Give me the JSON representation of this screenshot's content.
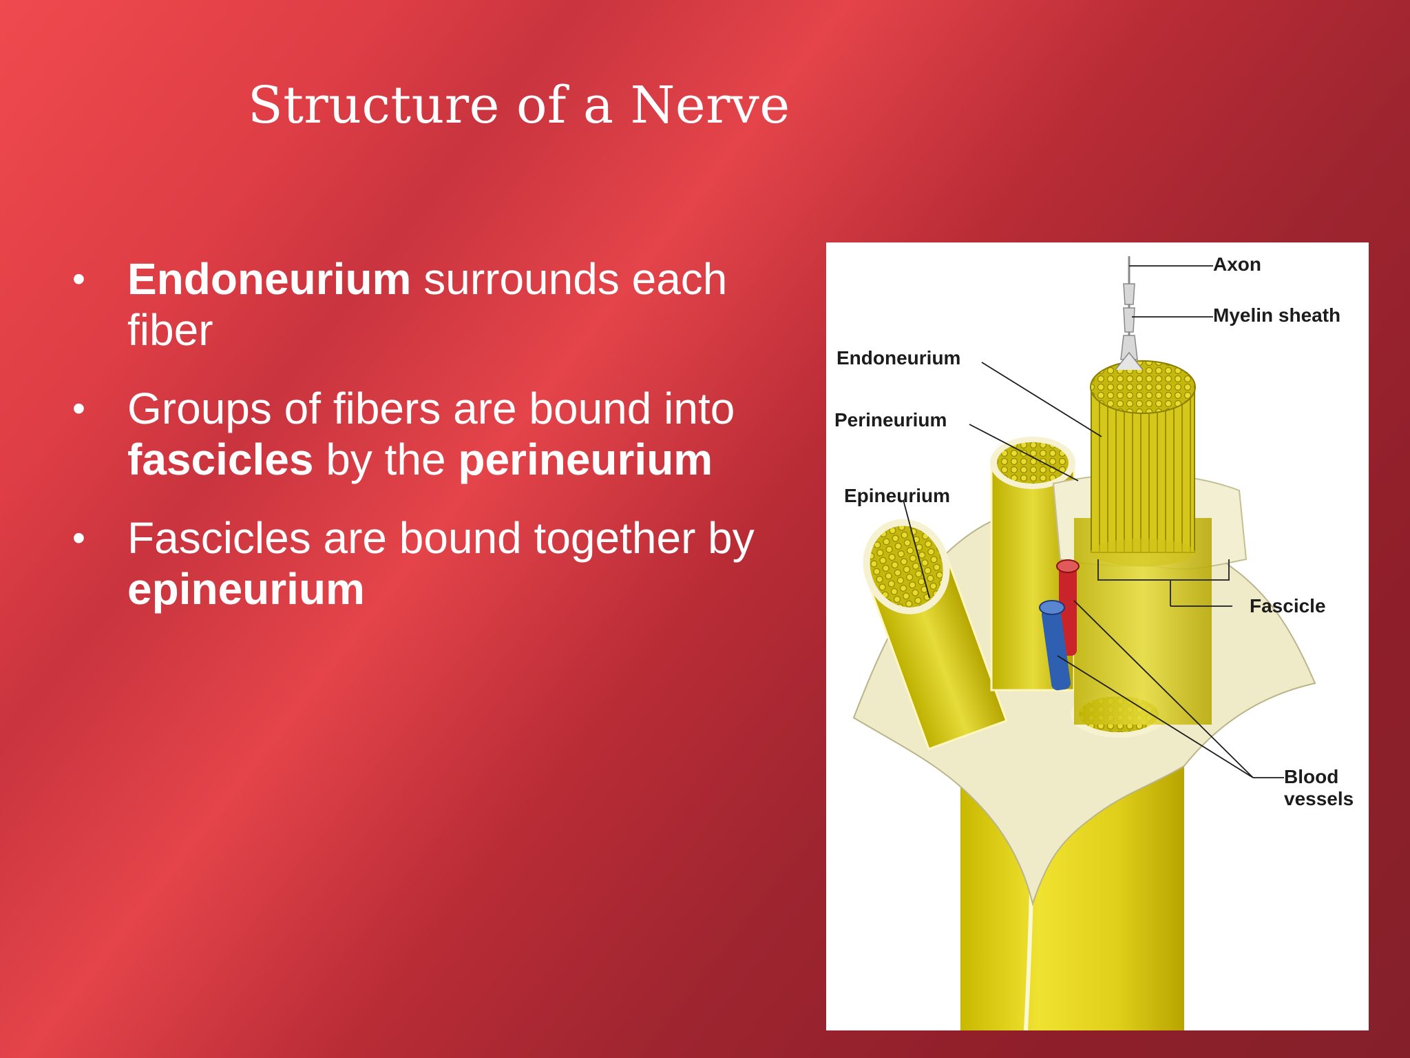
{
  "slide": {
    "title": "Structure of a Nerve",
    "bullets": [
      {
        "parts": [
          {
            "b": "Endoneurium"
          },
          {
            "t": " surrounds each fiber"
          }
        ]
      },
      {
        "parts": [
          {
            "t": "Groups of fibers are bound into "
          },
          {
            "b": "fascicles"
          },
          {
            "t": " by the "
          },
          {
            "b": "perineurium"
          }
        ]
      },
      {
        "parts": [
          {
            "t": "Fascicles are bound together by "
          },
          {
            "b": "epineurium"
          }
        ]
      }
    ]
  },
  "figure": {
    "labels": {
      "axon": "Axon",
      "myelin": "Myelin sheath",
      "endoneurium": "Endoneurium",
      "perineurium": "Perineurium",
      "epineurium": "Epineurium",
      "fascicle": "Fascicle",
      "blood1": "Blood",
      "blood2": "vessels"
    }
  },
  "colors": {
    "background_light": "#ef4a4e",
    "background_dark": "#84202a",
    "nerve_yellow": "#d8cc1a",
    "epineurium_cream": "#efebc8",
    "artery_red": "#c8242a",
    "vein_blue": "#2f5fb0"
  }
}
